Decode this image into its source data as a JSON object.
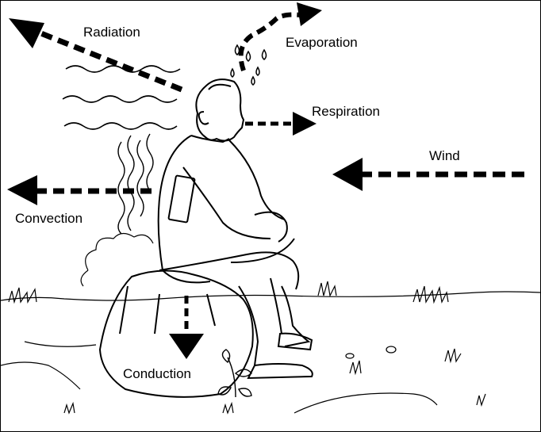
{
  "diagram": {
    "labels": {
      "radiation": "Radiation",
      "evaporation": "Evaporation",
      "respiration": "Respiration",
      "wind": "Wind",
      "convection": "Convection",
      "conduction": "Conduction"
    }
  },
  "colors": {
    "ink": "#000000",
    "background": "#ffffff"
  },
  "icons": {
    "radiation_arrow": "dashed-arrow-up-left",
    "evaporation_arrow": "dashed-curved-arrow-up-right",
    "respiration_arrow": "dashed-arrow-right",
    "wind_arrow": "dashed-arrow-left",
    "convection_arrow": "dashed-arrow-left",
    "conduction_arrow": "dashed-arrow-down"
  }
}
